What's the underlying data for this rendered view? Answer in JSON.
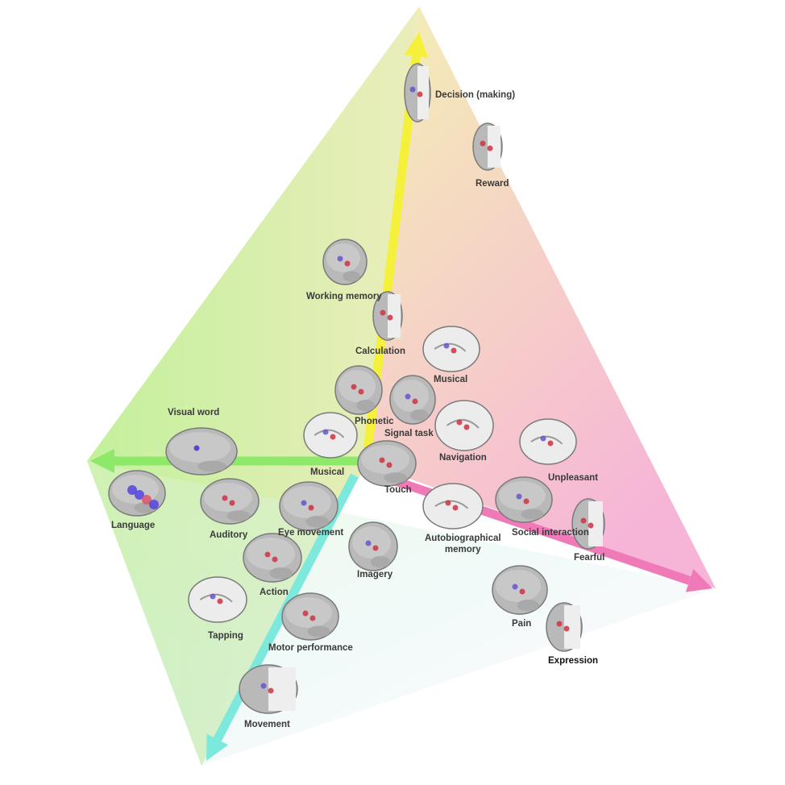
{
  "axes": {
    "top": {
      "color": "#f5f03a"
    },
    "left": {
      "color": "#8ee86a"
    },
    "bottom": {
      "color": "#7de8dc"
    },
    "right": {
      "color": "#f07ab8"
    }
  },
  "terms": [
    {
      "id": "decision",
      "label": "Decision (making)"
    },
    {
      "id": "reward",
      "label": "Reward"
    },
    {
      "id": "working-memory",
      "label": "Working memory"
    },
    {
      "id": "calculation",
      "label": "Calculation"
    },
    {
      "id": "musical-upper",
      "label": "Musical"
    },
    {
      "id": "phonetic",
      "label": "Phonetic"
    },
    {
      "id": "signal-task",
      "label": "Signal task"
    },
    {
      "id": "navigation",
      "label": "Navigation"
    },
    {
      "id": "unpleasant",
      "label": "Unpleasant"
    },
    {
      "id": "visual-word",
      "label": "Visual word"
    },
    {
      "id": "musical-lower",
      "label": "Musical"
    },
    {
      "id": "touch",
      "label": "Touch"
    },
    {
      "id": "language",
      "label": "Language"
    },
    {
      "id": "auditory",
      "label": "Auditory"
    },
    {
      "id": "eye-movement",
      "label": "Eye movement"
    },
    {
      "id": "autobiographical-memory",
      "label": "Autobiographical\nmemory"
    },
    {
      "id": "social-interaction",
      "label": "Social interaction"
    },
    {
      "id": "fearful",
      "label": "Fearful"
    },
    {
      "id": "imagery",
      "label": "Imagery"
    },
    {
      "id": "action",
      "label": "Action"
    },
    {
      "id": "tapping",
      "label": "Tapping"
    },
    {
      "id": "motor-performance",
      "label": "Motor performance"
    },
    {
      "id": "pain",
      "label": "Pain"
    },
    {
      "id": "expression",
      "label": "Expression"
    },
    {
      "id": "movement",
      "label": "Movement"
    }
  ]
}
